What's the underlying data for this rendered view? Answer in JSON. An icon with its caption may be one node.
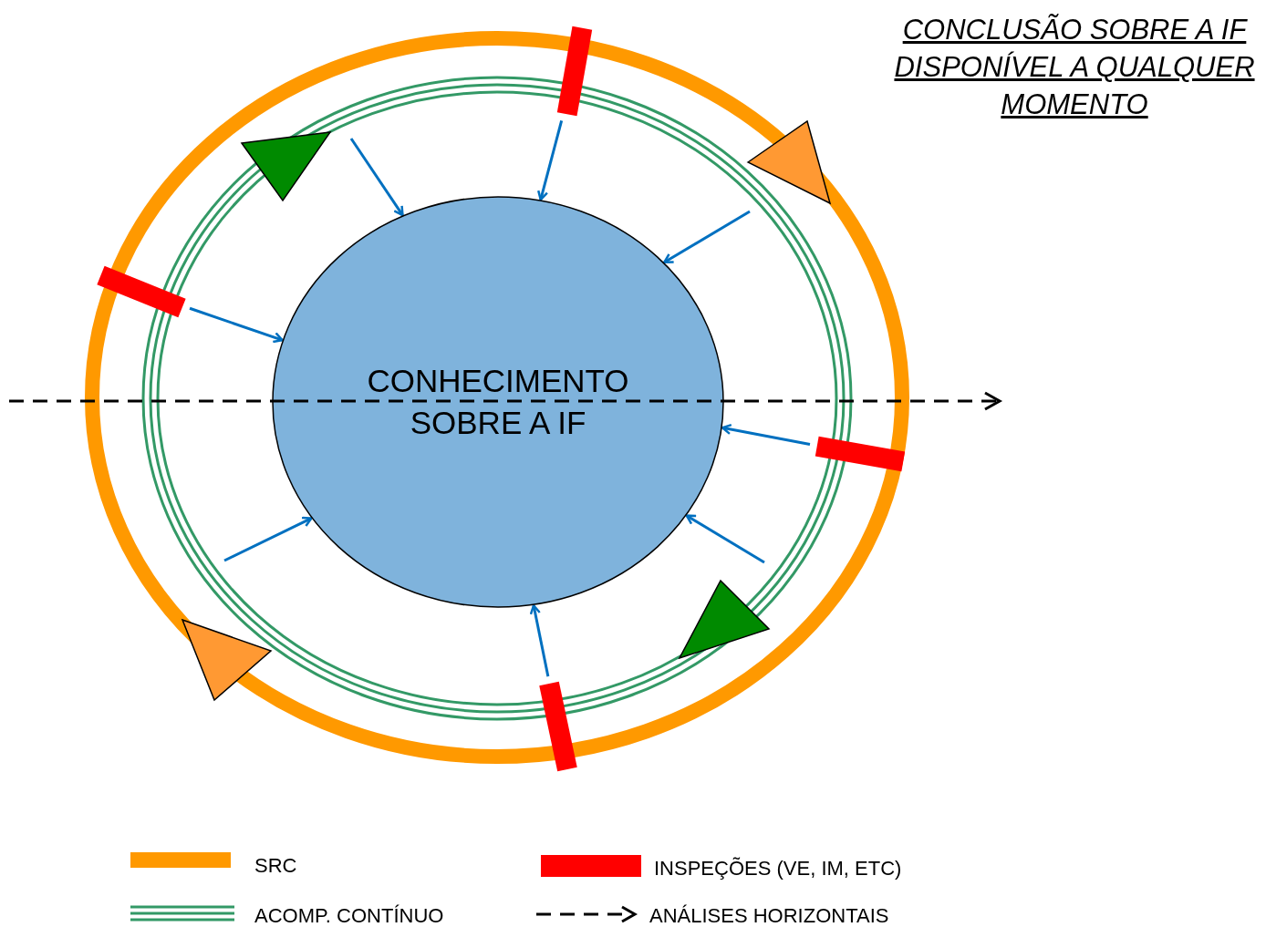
{
  "diagram": {
    "title": "CONCLUSÃO SOBRE A IF DISPONÍVEL A QUALQUER MOMENTO",
    "nodes": [
      {
        "text": [
          "CONHECIMENTO SOBRE A IF"
        ]
      },
      {
        "text": [],
        "shape": "bar"
      },
      {
        "text": [],
        "shape": "bar"
      },
      {
        "text": [],
        "shape": "bar"
      },
      {
        "text": [],
        "shape": "bar"
      },
      {
        "text": [],
        "shape": "triangle"
      },
      {
        "text": [],
        "shape": "triangle"
      },
      {
        "text": [],
        "shape": "triangle"
      },
      {
        "text": [],
        "shape": "triangle"
      }
    ],
    "edges": [
      {
        "from": null,
        "to": 0,
        "arrow": "to"
      },
      {
        "from": 1,
        "to": 0,
        "arrow": "to"
      },
      {
        "from": null,
        "to": 0,
        "arrow": "to"
      },
      {
        "from": 2,
        "to": 0,
        "arrow": "to"
      },
      {
        "from": 3,
        "to": 0,
        "arrow": "to"
      },
      {
        "from": null,
        "to": 0,
        "arrow": "to"
      },
      {
        "from": null,
        "to": 0,
        "arrow": "to"
      },
      {
        "from": 4,
        "to": 0,
        "arrow": "to"
      }
    ],
    "legend": [
      {
        "text": "SRC",
        "color": "#ff9900"
      },
      {
        "text": "INSPEÇÕES (VE, IM, ETC)",
        "color": "#ff0000"
      },
      {
        "text": "ACOMP. CONTÍNUO"
      },
      {
        "text": "ANÁLISES HORIZONTAIS"
      }
    ]
  }
}
